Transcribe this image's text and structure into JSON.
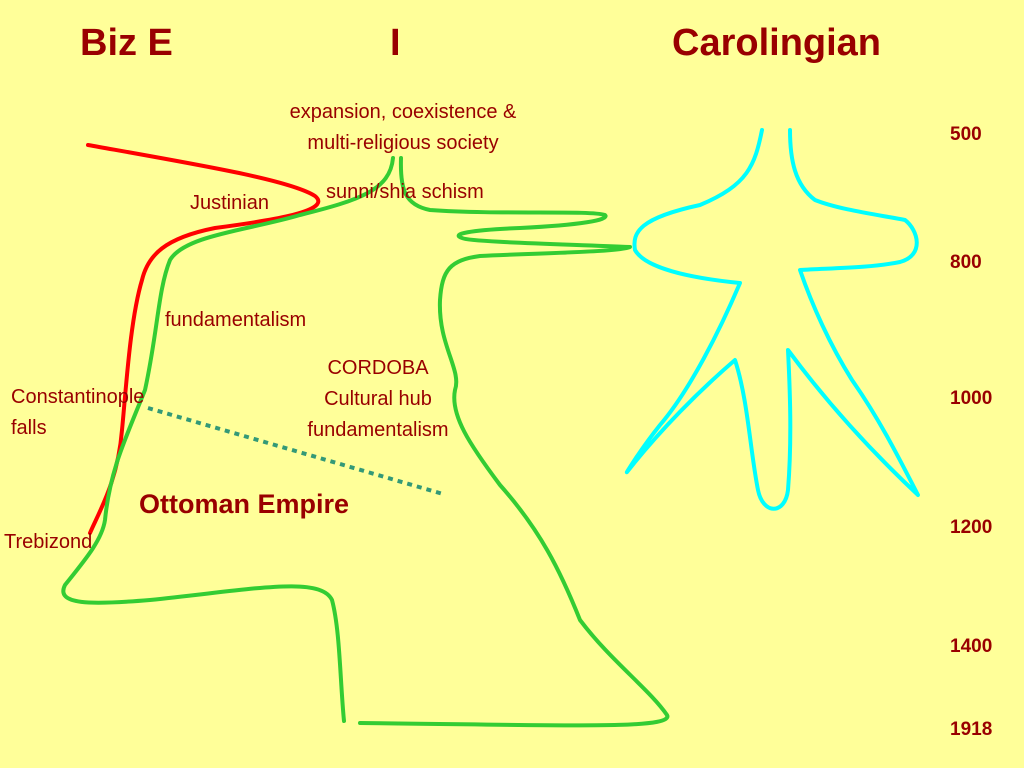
{
  "headers": {
    "left": "Biz E",
    "middle": "I",
    "right": "Carolingian"
  },
  "labels": {
    "expansion_line1": "expansion, coexistence &",
    "expansion_line2": "multi-religious society",
    "schism": "sunni/shia schism",
    "justinian": "Justinian",
    "fundamentalism": "fundamentalism",
    "cordoba": "CORDOBA",
    "cultural_hub": "Cultural hub",
    "cordoba_fundamentalism": "fundamentalism",
    "constantinople": "Constantinople",
    "falls": "falls",
    "ottoman": "Ottoman Empire",
    "trebizond": "Trebizond"
  },
  "years": [
    "500",
    "800",
    "1000",
    "1200",
    "1400",
    "1918"
  ],
  "colors": {
    "byzantine_line": "#ff0000",
    "islam_line": "#33cc33",
    "carolingian_line": "#00ffff",
    "ottoman_dotted": "#339977",
    "text": "#990000",
    "background": "#ffff99"
  }
}
